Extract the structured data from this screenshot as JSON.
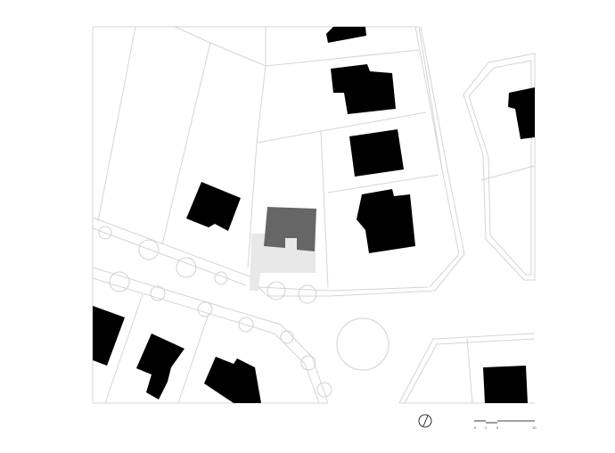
{
  "map": {
    "kind": "site plan",
    "colors": {
      "background": "#ffffff",
      "buildings": "#000000",
      "project_building": "#666666",
      "project_ground": "#e8e8e8",
      "lot_lines": "#d4d4d4"
    },
    "north_arrow": {
      "icon": "north-arrow-icon"
    },
    "scale_bar": {
      "labels": [
        "0",
        "2",
        "5",
        "",
        "10"
      ]
    }
  }
}
